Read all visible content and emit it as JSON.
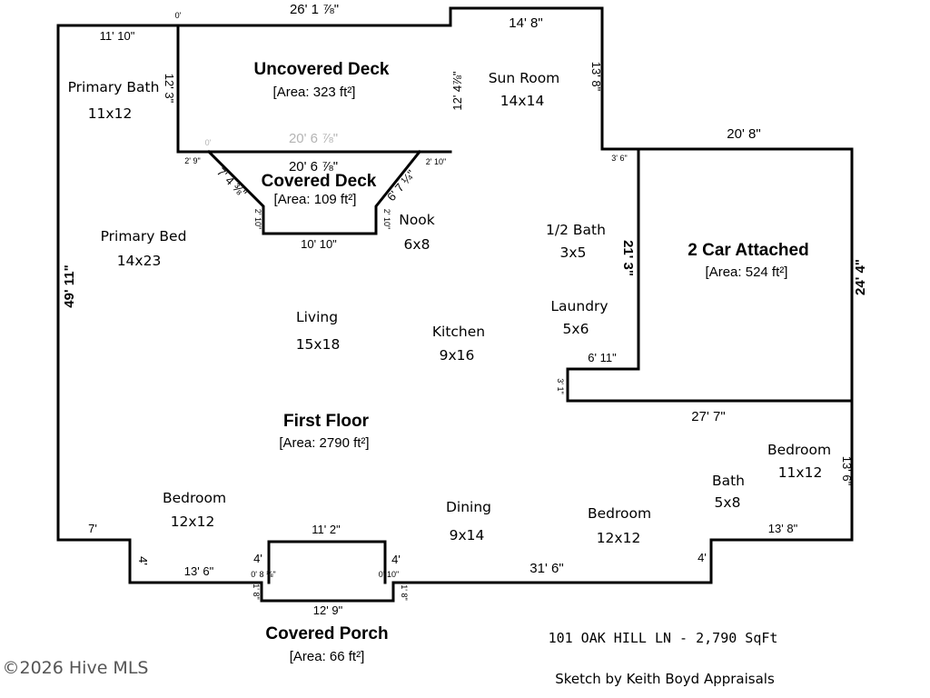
{
  "areas": {
    "uncovered_deck": {
      "name": "Uncovered Deck",
      "area": "[Area: 323 ft²]"
    },
    "covered_deck": {
      "name": "Covered Deck",
      "area": "[Area: 109 ft²]"
    },
    "garage": {
      "name": "2 Car Attached",
      "area": "[Area: 524 ft²]"
    },
    "first_floor": {
      "name": "First Floor",
      "area": "[Area: 2790 ft²]"
    },
    "covered_porch": {
      "name": "Covered Porch",
      "area": "[Area: 66 ft²]"
    }
  },
  "rooms": {
    "primary_bath": {
      "name": "Primary Bath",
      "size": "11x12"
    },
    "sun_room": {
      "name": "Sun Room",
      "size": "14x14"
    },
    "primary_bed": {
      "name": "Primary Bed",
      "size": "14x23"
    },
    "nook": {
      "name": "Nook",
      "size": "6x8"
    },
    "half_bath": {
      "name": "1/2 Bath",
      "size": "3x5"
    },
    "laundry": {
      "name": "Laundry",
      "size": "5x6"
    },
    "living": {
      "name": "Living",
      "size": "15x18"
    },
    "kitchen": {
      "name": "Kitchen",
      "size": "9x16"
    },
    "bedroom_ne": {
      "name": "Bedroom",
      "size": "11x12"
    },
    "bath": {
      "name": "Bath",
      "size": "5x8"
    },
    "bedroom_sw": {
      "name": "Bedroom",
      "size": "12x12"
    },
    "dining": {
      "name": "Dining",
      "size": "9x14"
    },
    "bedroom_s": {
      "name": "Bedroom",
      "size": "12x12"
    }
  },
  "dimensions": {
    "top_26_1": "26' 1 ⅞\"",
    "top_0": "0'",
    "left_11_10": "11' 10\"",
    "deck_12_3": "12' 3\"",
    "deck_12_4": "12' 4⅞\"",
    "sun_14_8": "14' 8\"",
    "sun_13_8": "13' 8\"",
    "deck_20_6_grey": "20' 6 ⅞\"",
    "deck_0_grey": "0'",
    "deck_20_6": "20' 6 ⅞\"",
    "cd_2_9": "2' 9\"",
    "cd_2_10": "2' 10\"",
    "cd_7_4": "7' 4 ⅜\"",
    "cd_6_7": "6' 7 ¼\"",
    "cd_2_10_left": "2' 10\"",
    "cd_2_10_right": "2' 10\"",
    "cd_10_10": "10' 10\"",
    "g_3_6": "3' 6\"",
    "g_20_8": "20' 8\"",
    "left_49_11": "49' 11\"",
    "half_21_3": "21' 3\"",
    "g_24_4": "24' 4\"",
    "l_6_11": "6' 11\"",
    "l_3_1": "3' 1\"",
    "b_27_7": "27' 7\"",
    "b_13_6": "13' 6\"",
    "bl_7": "7'",
    "bl_4": "4'",
    "bl_13_6": "13' 6\"",
    "p_4_left": "4'",
    "p_0_8": "0' 8 ⅛\"",
    "p_1_8_left": "1' 8\"",
    "p_11_2": "11' 2\"",
    "p_4_right": "4'",
    "p_0_10": "0' 10\"",
    "p_1_8_right": "1' 8\"",
    "p_12_9": "12' 9\"",
    "b_31_6": "31' 6\"",
    "br_4": "4'",
    "br_13_8": "13' 8\""
  },
  "footer": {
    "address": "101 OAK HILL LN - 2,790 SqFt",
    "credit": "Sketch by Keith Boyd Appraisals",
    "watermark": "©2026 Hive MLS"
  }
}
